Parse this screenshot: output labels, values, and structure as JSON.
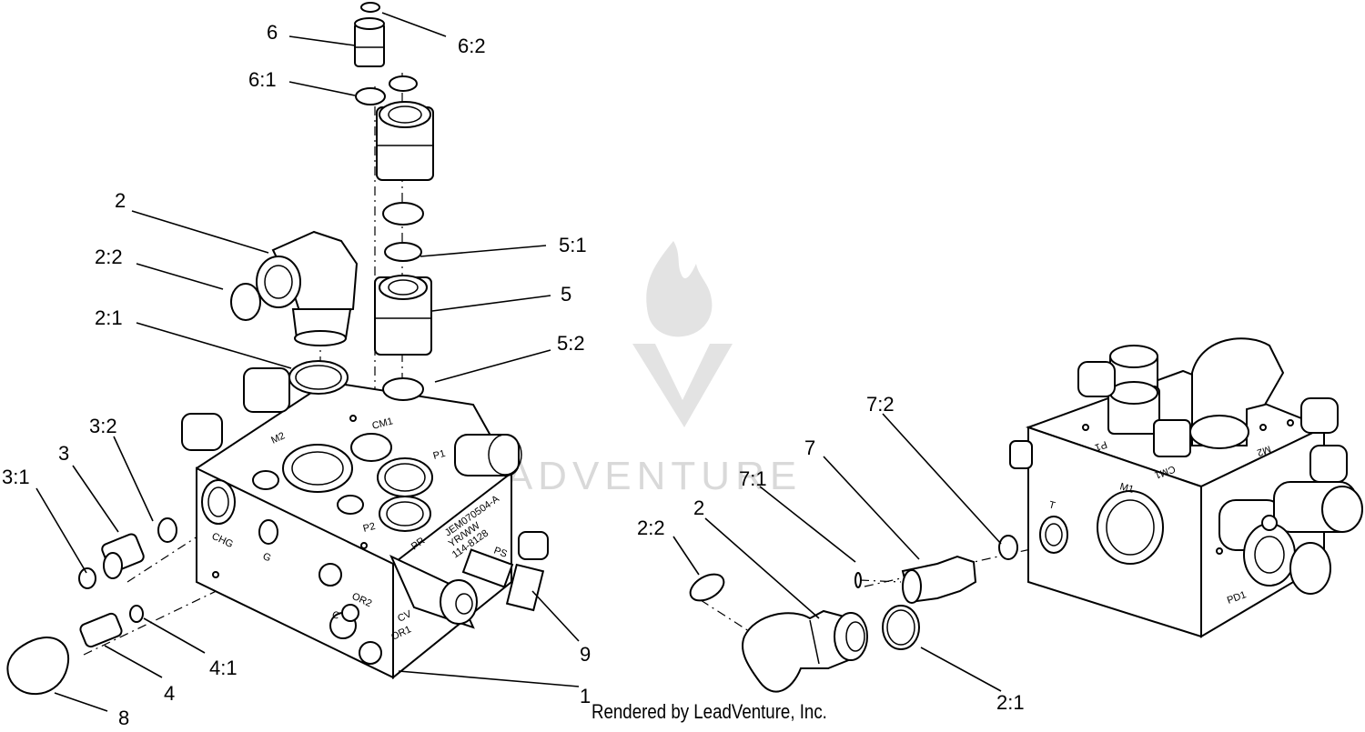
{
  "watermark": {
    "text": "LEADVENTURE"
  },
  "credit": "Rendered by LeadVenture, Inc.",
  "callouts": {
    "c6": "6",
    "c6_2": "6:2",
    "c6_1": "6:1",
    "c2": "2",
    "c2_2": "2:2",
    "c2_1": "2:1",
    "c5_1": "5:1",
    "c5": "5",
    "c5_2": "5:2",
    "c3_2": "3:2",
    "c3": "3",
    "c3_1": "3:1",
    "c4_1": "4:1",
    "c4": "4",
    "c8": "8",
    "c1": "1",
    "c9": "9",
    "r7_2": "7:2",
    "r7": "7",
    "r7_1": "7:1",
    "r2_2": "2:2",
    "r2": "2",
    "r2_1": "2:1"
  },
  "stamps": {
    "m2": "M2",
    "cm1": "CM1",
    "p1": "P1",
    "p2": "P2",
    "pr": "PR",
    "chg": "CHG",
    "g": "G",
    "or2": "OR2",
    "c": "C",
    "or1": "OR1",
    "cv": "CV",
    "ps": "PS",
    "model": "JEM070504-A",
    "code": "YR/WW",
    "partno": "114-8128",
    "r_m1": "M1",
    "r_t": "T",
    "r_pd1": "PD1",
    "r_p1": "P1",
    "r_cm1": "CM1",
    "r_m2": "M2"
  }
}
